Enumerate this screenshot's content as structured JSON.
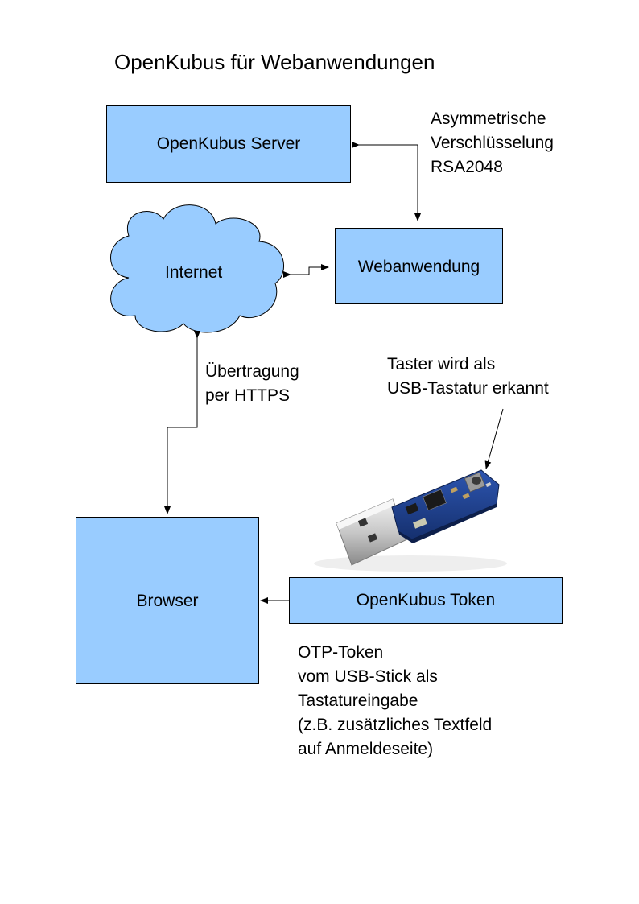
{
  "title": "OpenKubus für Webanwendungen",
  "nodes": {
    "server": "OpenKubus Server",
    "internet": "Internet",
    "webapp": "Webanwendung",
    "browser": "Browser",
    "token": "OpenKubus Token"
  },
  "notes": {
    "crypto": [
      "Asymmetrische",
      "Verschlüsselung",
      "RSA2048"
    ],
    "https": [
      "Übertragung",
      "per HTTPS"
    ],
    "taster": [
      "Taster wird als",
      "USB-Tastatur erkannt"
    ],
    "otp": [
      "OTP-Token",
      "vom USB-Stick als",
      "Tastatureingabe",
      "(z.B. zusätzliches Textfeld",
      "auf Anmeldeseite)"
    ]
  },
  "colors": {
    "box_fill": "#99ccff",
    "cloud_fill": "#99ccff",
    "stroke": "#000000",
    "pcb": "#1e3f8c",
    "usb_metal": "#d8d8d8"
  },
  "icons": {
    "cloud": "cloud-shape",
    "usb_stick": "usb-stick-photo"
  }
}
